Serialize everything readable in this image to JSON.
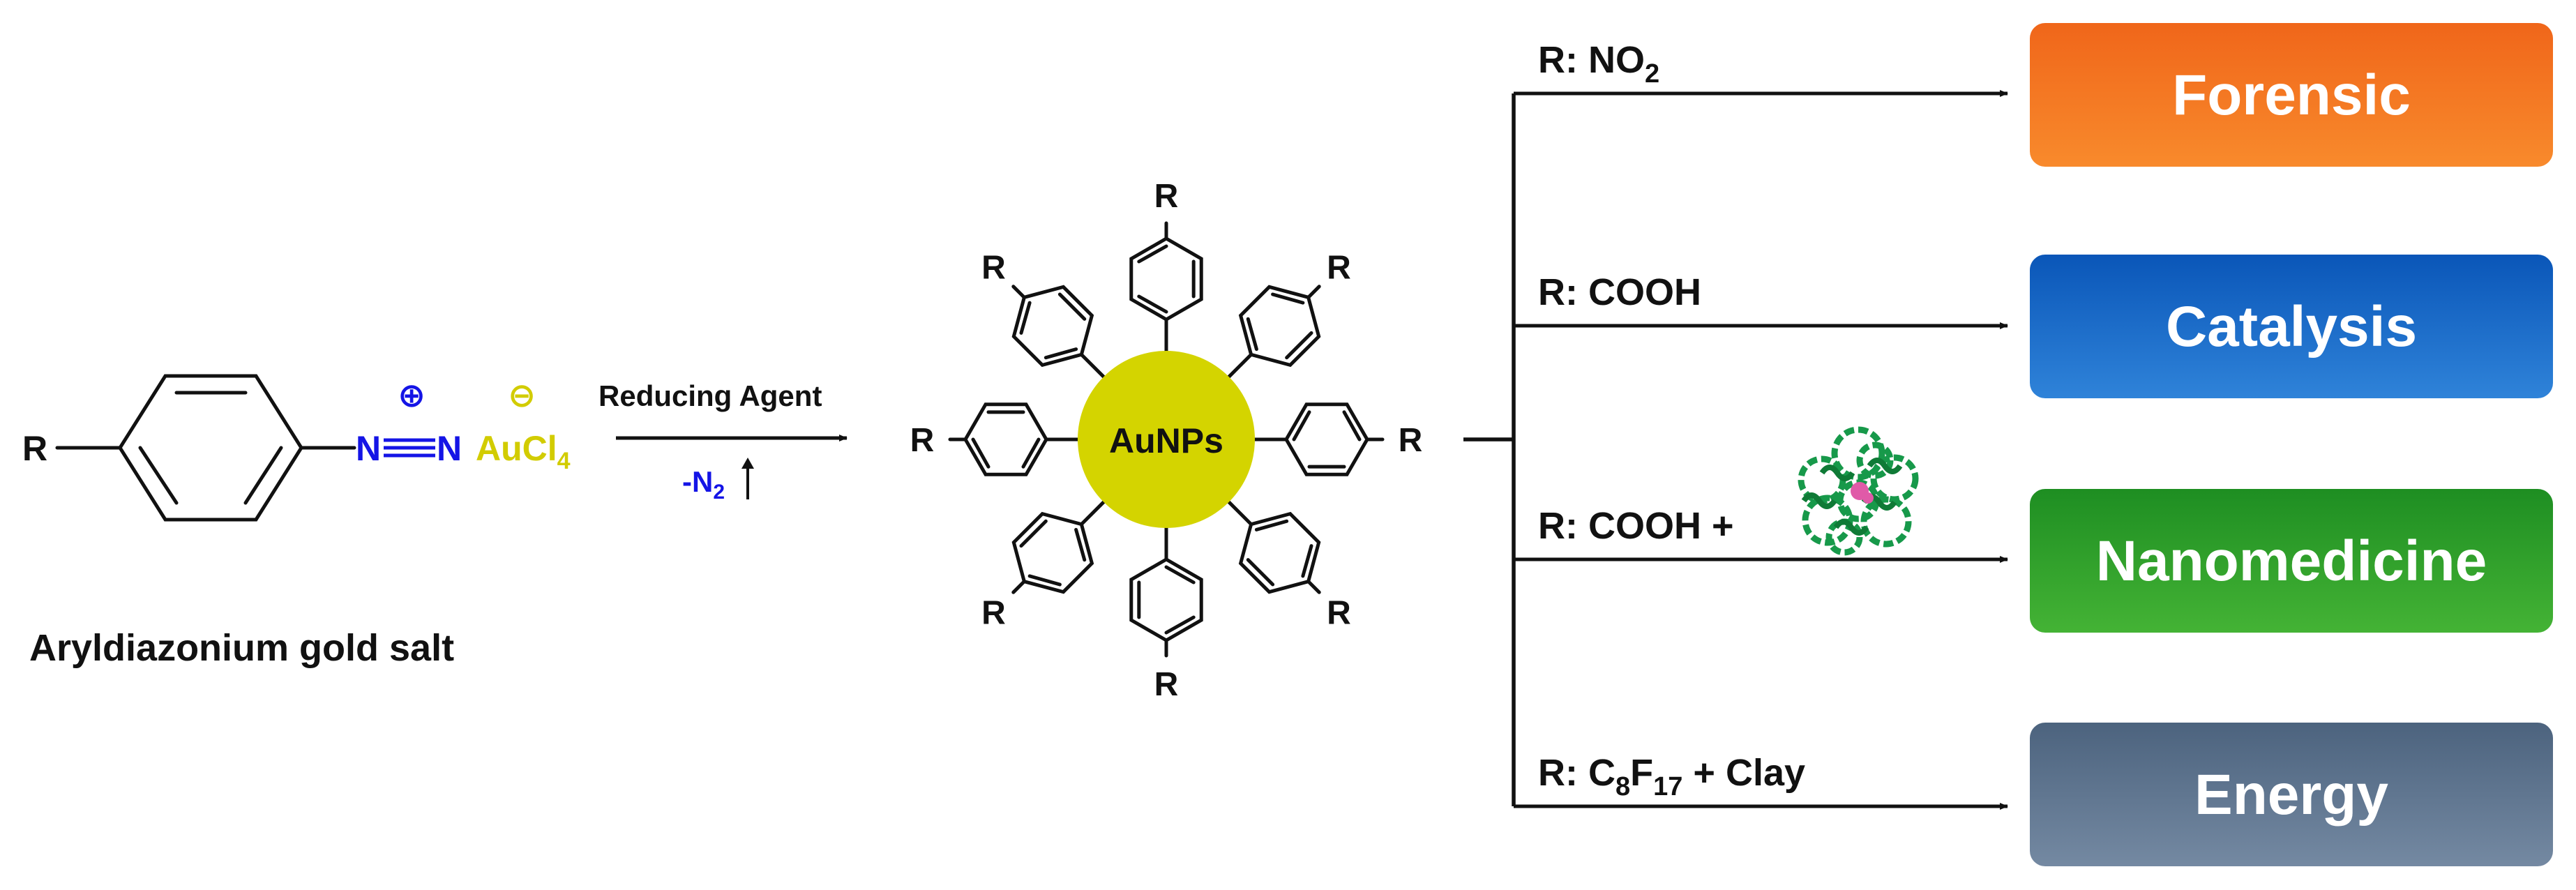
{
  "reactant": {
    "r_label": "R",
    "n1": "N",
    "n2": "N",
    "plus_symbol": "⊕",
    "minus_symbol": "⊖",
    "counterion_main": "AuCl",
    "counterion_sub": "4",
    "caption": "Aryldiazonium gold salt"
  },
  "reaction": {
    "reagent_label": "Reducing Agent",
    "byproduct_prefix": "-N",
    "byproduct_sub": "2"
  },
  "nanoparticle": {
    "core_label": "AuNPs",
    "r_label": "R"
  },
  "branches": [
    {
      "r_prefix": "R: ",
      "parts": [
        {
          "t": "NO"
        },
        {
          "t": "2",
          "sub": true
        }
      ],
      "box_label": "Forensic",
      "box_color_top": "#f0661a",
      "box_color_bottom": "#f88a2c"
    },
    {
      "r_prefix": "R: ",
      "parts": [
        {
          "t": "COOH"
        }
      ],
      "box_label": "Catalysis",
      "box_color_top": "#0a56b8",
      "box_color_bottom": "#2f83d9"
    },
    {
      "r_prefix": "R: ",
      "parts": [
        {
          "t": "COOH +"
        }
      ],
      "box_label": "Nanomedicine",
      "box_color_top": "#1e8e22",
      "box_color_bottom": "#44b335",
      "has_protein": true
    },
    {
      "r_prefix": "R: ",
      "parts": [
        {
          "t": "C"
        },
        {
          "t": "8",
          "sub": true
        },
        {
          "t": "F"
        },
        {
          "t": "17",
          "sub": true
        },
        {
          "t": " + Clay"
        }
      ],
      "box_label": "Energy",
      "box_color_top": "#4c637e",
      "box_color_bottom": "#7489a2"
    }
  ],
  "colors": {
    "core_yellow": "#d4d400",
    "au_text_yellow": "#d2cc00",
    "charge_blue": "#1414e6",
    "protein_green": "#17994a",
    "protein_pink": "#e05aa8"
  },
  "icons": [
    "protein-structure-icon"
  ]
}
